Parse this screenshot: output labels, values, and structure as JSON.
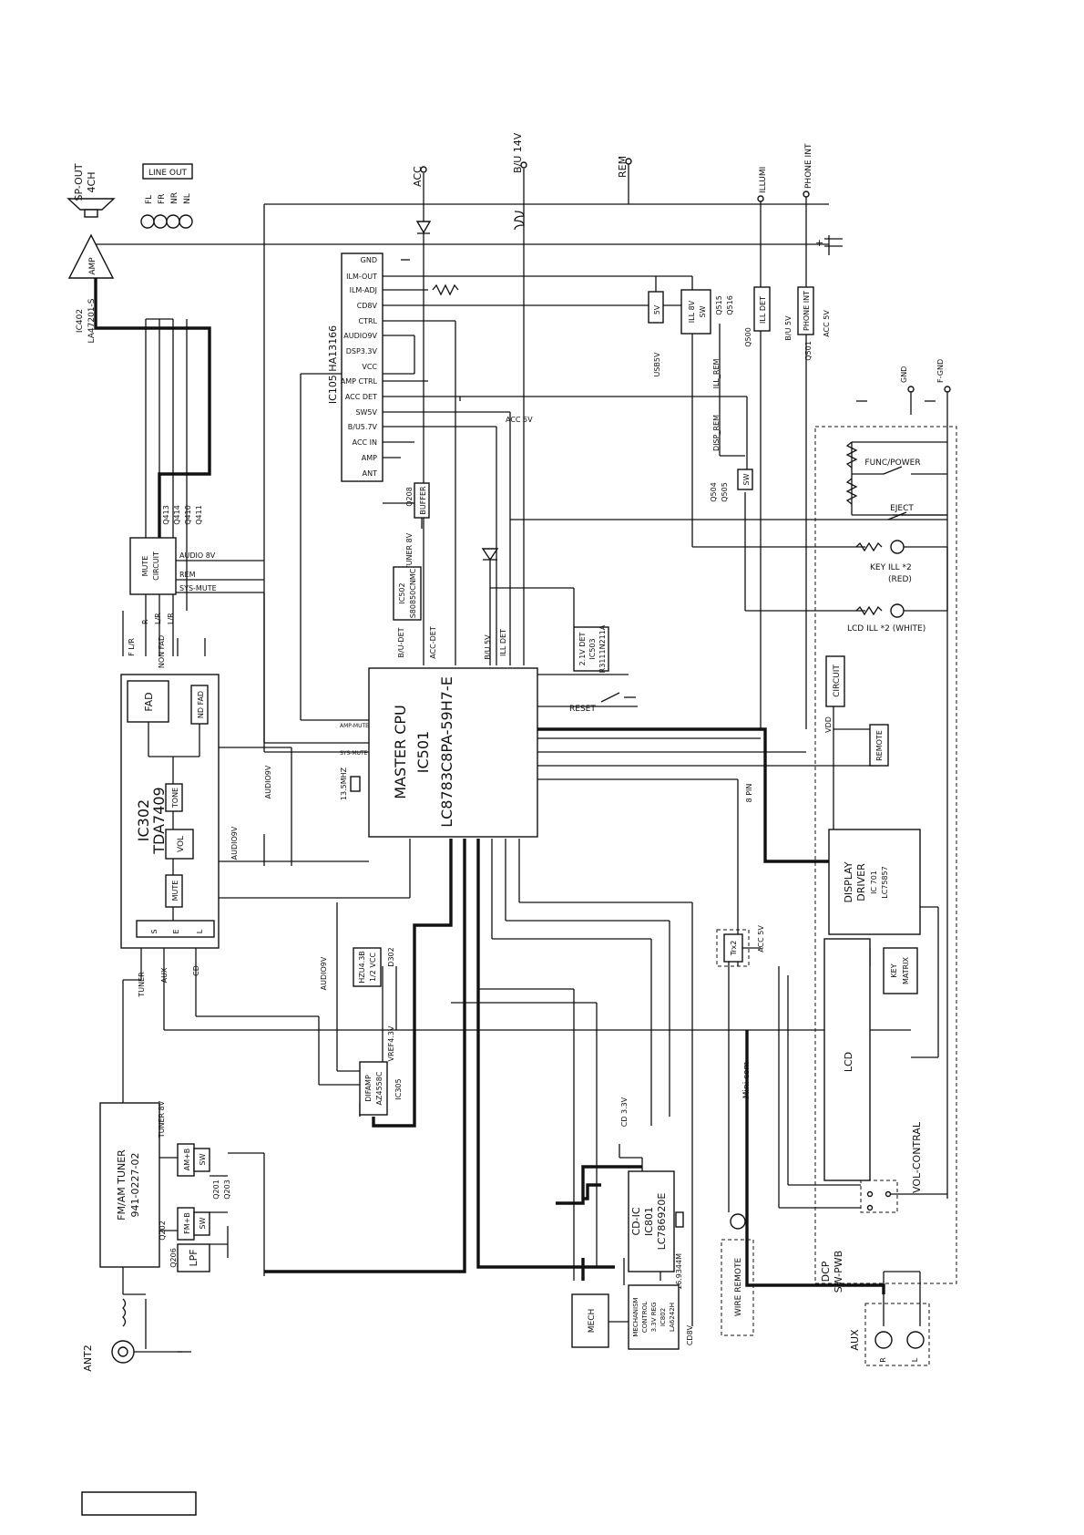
{
  "blocks": {
    "sp_out": {
      "line1": "SP-OUT",
      "line2": "4CH"
    },
    "amp": {
      "label": "AMP",
      "part1": "IC402",
      "part2": "LA47201-S"
    },
    "line_out": {
      "title": "LINE OUT",
      "channels": [
        "FL",
        "FR",
        "NR",
        "NL"
      ]
    },
    "acc": "ACC",
    "bu14": "B/U 14V",
    "rem": "REM",
    "illumi": "ILLUMI",
    "phone_int": "PHONE INT",
    "ic105": {
      "name": "IC105 HA13166",
      "pins": [
        "GND",
        "ILM-OUT",
        "ILM-ADJ",
        "CD8V",
        "CTRL",
        "AUDIO9V",
        "DSP3.3V",
        "VCC",
        "AMP CTRL",
        "ACC DET",
        "SW5V",
        "B/U5.7V",
        "ACC IN",
        "AMP",
        "ANT"
      ]
    },
    "reg5v": "5V",
    "usb5v": "USB5V",
    "ill8v": {
      "line1": "ILL 8V",
      "line2": "SW",
      "q1": "Q515",
      "q2": "Q516"
    },
    "illdet": {
      "label": "ILL DET",
      "q": "Q500"
    },
    "phoneint_box": {
      "label": "PHONE INT",
      "q": "Q501",
      "bu5v": "B/U 5V",
      "acc5v": "ACC 5V"
    },
    "acc5v_1": "ACC 5V",
    "disp_rem": "DISP_REM",
    "ill_rem": "ILL_REM",
    "q504": {
      "label": "SW",
      "q1": "Q504",
      "q2": "Q505"
    },
    "gnd": "GND",
    "fgnd": "F-GND",
    "func_power": "FUNC/POWER",
    "eject": "EJECT",
    "key_ill": {
      "line1": "KEY ILL *2",
      "line2": "(RED)"
    },
    "lcd_ill": "LCD ILL *2 (WHITE)",
    "mute_circuit": {
      "line1": "MUTE",
      "line2": "CIRCUIT",
      "q": [
        "Q413",
        "Q414",
        "Q410",
        "Q411"
      ],
      "audio8v": "AUDIO 8V",
      "rem": "REM",
      "sys_mute": "SYS-MUTE"
    },
    "buffer": {
      "label": "BUFFER",
      "q": "Q208",
      "tuner8v": "TUNER 8V"
    },
    "ic502": {
      "line1": "IC502",
      "line2": "S80850CNMC"
    },
    "ic503": {
      "line1": "2.1V DET",
      "line2": "IC503",
      "line3": "R3111N211A"
    },
    "master_cpu": {
      "line1": "MASTER CPU",
      "line2": "IC501",
      "line3": "LC8783C8PA-59H7-E"
    },
    "cpu_pins": {
      "budet": "B/U-DET",
      "accdet": "ACC-DET",
      "bu5v": "B/U 5V",
      "illdet": "ILL DET",
      "ampmute": "AMP-MUTE",
      "sysmute": "SYS-MUTE",
      "xtal": "13.5MHZ",
      "reset": "RESET",
      "pin8": "8 PIN"
    },
    "ic302": {
      "name1": "IC302",
      "name2": "TDA7409",
      "fad": "FAD",
      "ndfad": "ND FAD",
      "tone": "TONE",
      "vol": "VOL",
      "mute": "MUTE",
      "s": "S",
      "e": "E",
      "l": "L"
    },
    "fl_r": "F L/R",
    "r_label": "R",
    "lr1": "L/R",
    "lr2": "L/R",
    "non_fad": "NON FAD",
    "audio9v_1": "AUDIO9V",
    "audio9v_2": "AUDIO9V",
    "audio9v_3": "AUDIO9V",
    "circuit": "CIRCUIT",
    "vdd": "VDD",
    "remote": "REMOTE",
    "display_driver": {
      "line1": "DISPLAY",
      "line2": "DRIVER",
      "line3": "IC 701",
      "line4": "LC75857"
    },
    "key_matrix": {
      "line1": "KEY",
      "line2": "MATRIX"
    },
    "lcd": "LCD",
    "vol_contral": "VOL-CONTRAL",
    "dcp": {
      "line1": "DCP",
      "line2": "SW-PWB"
    },
    "tuner_in": "TUNER",
    "aux_in": "AUX",
    "cd_in": "CD",
    "hzu": {
      "line1": "HZU4.3B",
      "line2": "1/2 VCC",
      "d": "D302"
    },
    "vref": "VREF4.3V",
    "difamp": {
      "line1": "DIFAMP",
      "line2": "AZ4558C",
      "ic": "IC305"
    },
    "tuner": {
      "line1": "FM/AM TUNER",
      "line2": "941-0227-02",
      "tuner8v": "TUNER 8V"
    },
    "amb_sw": {
      "label": "AM+B",
      "sw": "SW"
    },
    "fmb_sw": {
      "label": "FM+B",
      "sw": "SW"
    },
    "q201": [
      "Q201",
      "Q203"
    ],
    "q202": [
      "Q202",
      "Q206"
    ],
    "lpf": "LPF",
    "ant2": "ANT2",
    "cd33v": "CD 3.3V",
    "cdic": {
      "line1": "CD-IC",
      "line2": "IC801",
      "line3": "LC786920E"
    },
    "xtal2": "16.9344M",
    "mech": "MECH",
    "mech_ctrl": {
      "line1": "MECHANISM",
      "line2": "CONTROL",
      "line3": "3.3V REG",
      "line4": "IC802",
      "line5": "LA6242H"
    },
    "cd8v": "CD8V",
    "trx2": "Trx2",
    "acc5v_2": "ACC 5V",
    "mini_com": "Mini com",
    "wire_remote": "WIRE REMOTE",
    "aux_jack": {
      "label": "AUX",
      "r": "R",
      "l": "L"
    }
  }
}
